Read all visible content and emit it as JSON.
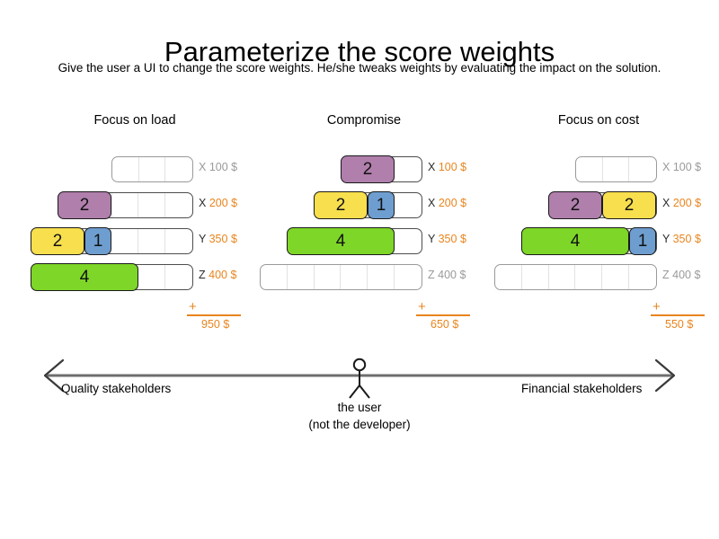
{
  "header": {
    "title": "Parameterize the score weights",
    "subtitle": "Give the user a UI to change the score weights. He/she tweaks weights by evaluating the impact on the solution."
  },
  "colors": {
    "purple": "#b07fac",
    "yellow": "#f7df4e",
    "blue": "#6e9ed0",
    "green": "#7ed628",
    "accent_orange": "#e8851e",
    "muted_gray": "#9a9a9a",
    "track_border": "#9a9a9a",
    "fill_border": "#1a1a1a",
    "axis_gray": "#6e6e6e"
  },
  "panels": [
    {
      "title": "Focus on load",
      "rows": [
        {
          "letter": "X",
          "amount": "100 $",
          "active": false,
          "track_units": 3,
          "segments": []
        },
        {
          "letter": "X",
          "amount": "200 $",
          "active": true,
          "track_units": 5,
          "segments": [
            {
              "value": "2",
              "units": 2,
              "color": "purple"
            }
          ]
        },
        {
          "letter": "Y",
          "amount": "350 $",
          "active": true,
          "track_units": 6,
          "segments": [
            {
              "value": "2",
              "units": 2,
              "color": "yellow"
            },
            {
              "value": "1",
              "units": 1,
              "color": "blue"
            }
          ]
        },
        {
          "letter": "Z",
          "amount": "400 $",
          "active": true,
          "track_units": 6,
          "segments": [
            {
              "value": "4",
              "units": 4,
              "color": "green"
            }
          ]
        }
      ],
      "sum_symbol": "+",
      "sum_value": "950 $"
    },
    {
      "title": "Compromise",
      "rows": [
        {
          "letter": "X",
          "amount": "100 $",
          "active": true,
          "track_units": 3,
          "segments": [
            {
              "value": "2",
              "units": 2,
              "color": "purple"
            }
          ]
        },
        {
          "letter": "X",
          "amount": "200 $",
          "active": true,
          "track_units": 4,
          "segments": [
            {
              "value": "2",
              "units": 2,
              "color": "yellow"
            },
            {
              "value": "1",
              "units": 1,
              "color": "blue"
            }
          ]
        },
        {
          "letter": "Y",
          "amount": "350 $",
          "active": true,
          "track_units": 5,
          "segments": [
            {
              "value": "4",
              "units": 4,
              "color": "green"
            }
          ]
        },
        {
          "letter": "Z",
          "amount": "400 $",
          "active": false,
          "track_units": 6,
          "segments": []
        }
      ],
      "sum_symbol": "+",
      "sum_value": "650 $"
    },
    {
      "title": "Focus on cost",
      "rows": [
        {
          "letter": "X",
          "amount": "100 $",
          "active": false,
          "track_units": 3,
          "segments": []
        },
        {
          "letter": "X",
          "amount": "200 $",
          "active": true,
          "track_units": 4,
          "segments": [
            {
              "value": "2",
              "units": 2,
              "color": "purple"
            },
            {
              "value": "2",
              "units": 2,
              "color": "yellow"
            }
          ]
        },
        {
          "letter": "Y",
          "amount": "350 $",
          "active": true,
          "track_units": 5,
          "segments": [
            {
              "value": "4",
              "units": 4,
              "color": "green"
            },
            {
              "value": "1",
              "units": 1,
              "color": "blue"
            }
          ]
        },
        {
          "letter": "Z",
          "amount": "400 $",
          "active": false,
          "track_units": 6,
          "segments": []
        }
      ],
      "sum_symbol": "+",
      "sum_value": "550 $"
    }
  ],
  "axis": {
    "left_label": "Quality stakeholders",
    "right_label": "Financial stakeholders",
    "user_label_line1": "the user",
    "user_label_line2": "(not the developer)"
  }
}
